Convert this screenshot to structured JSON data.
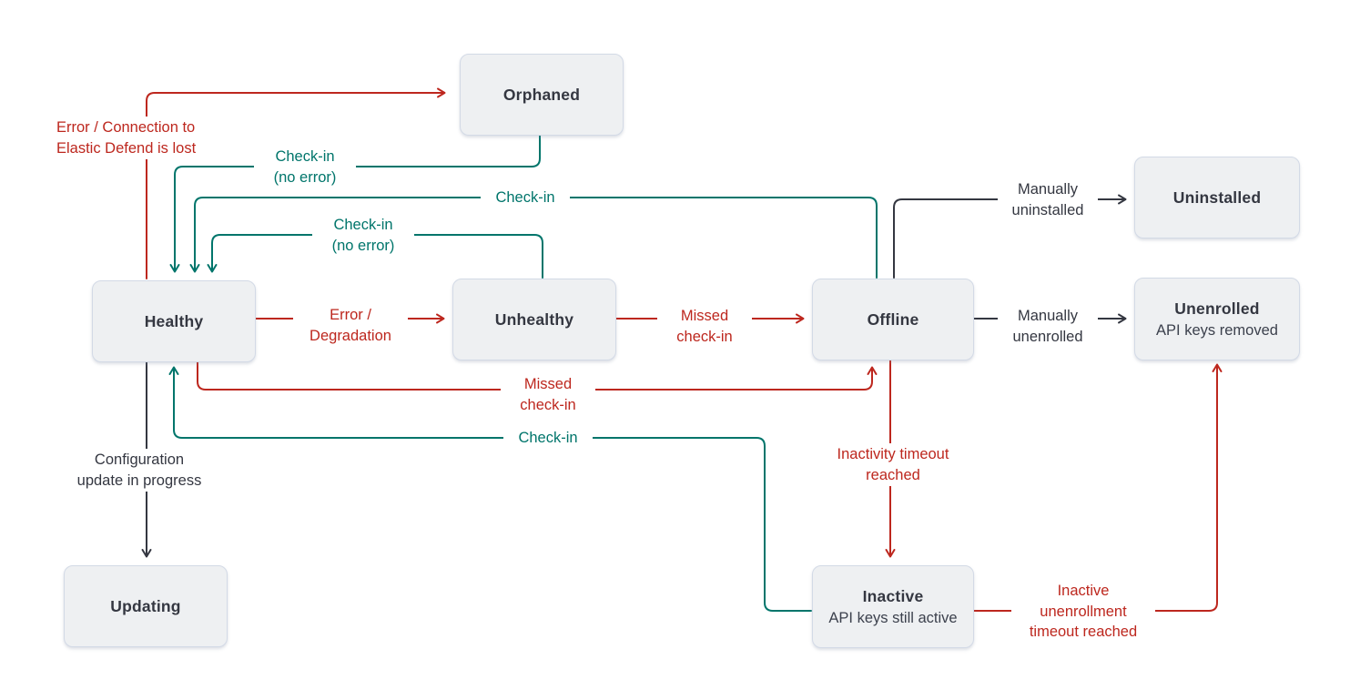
{
  "colors": {
    "error": "#bd271e",
    "success": "#00756b",
    "neutral": "#343741",
    "node_fill": "#eef0f2",
    "node_border": "#d3dae6"
  },
  "nodes": {
    "orphaned": {
      "label": "Orphaned"
    },
    "uninstalled": {
      "label": "Uninstalled"
    },
    "healthy": {
      "label": "Healthy"
    },
    "unhealthy": {
      "label": "Unhealthy"
    },
    "offline": {
      "label": "Offline"
    },
    "unenrolled": {
      "label": "Unenrolled",
      "sublabel": "API keys removed"
    },
    "updating": {
      "label": "Updating"
    },
    "inactive": {
      "label": "Inactive",
      "sublabel": "API keys still active"
    }
  },
  "edge_labels": {
    "error_connection": {
      "line1": "Error / Connection to",
      "line2": "Elastic Defend is lost"
    },
    "checkin_no_error_orphaned": {
      "line1": "Check-in",
      "line2": "(no error)"
    },
    "checkin_offline": {
      "line1": "Check-in"
    },
    "checkin_no_error_unhealthy": {
      "line1": "Check-in",
      "line2": "(no error)"
    },
    "error_degradation": {
      "line1": "Error /",
      "line2": "Degradation"
    },
    "missed_checkin_unhealthy": {
      "line1": "Missed",
      "line2": "check-in"
    },
    "manually_uninstalled": {
      "line1": "Manually",
      "line2": "uninstalled"
    },
    "manually_unenrolled": {
      "line1": "Manually",
      "line2": "unenrolled"
    },
    "missed_checkin_healthy": {
      "line1": "Missed",
      "line2": "check-in"
    },
    "checkin_inactive": {
      "line1": "Check-in"
    },
    "configuration_update": {
      "line1": "Configuration",
      "line2": "update in progress"
    },
    "inactivity_timeout": {
      "line1": "Inactivity timeout",
      "line2": "reached"
    },
    "inactive_unenrollment_timeout": {
      "line1": "Inactive",
      "line2": "unenrollment",
      "line3": "timeout reached"
    }
  }
}
